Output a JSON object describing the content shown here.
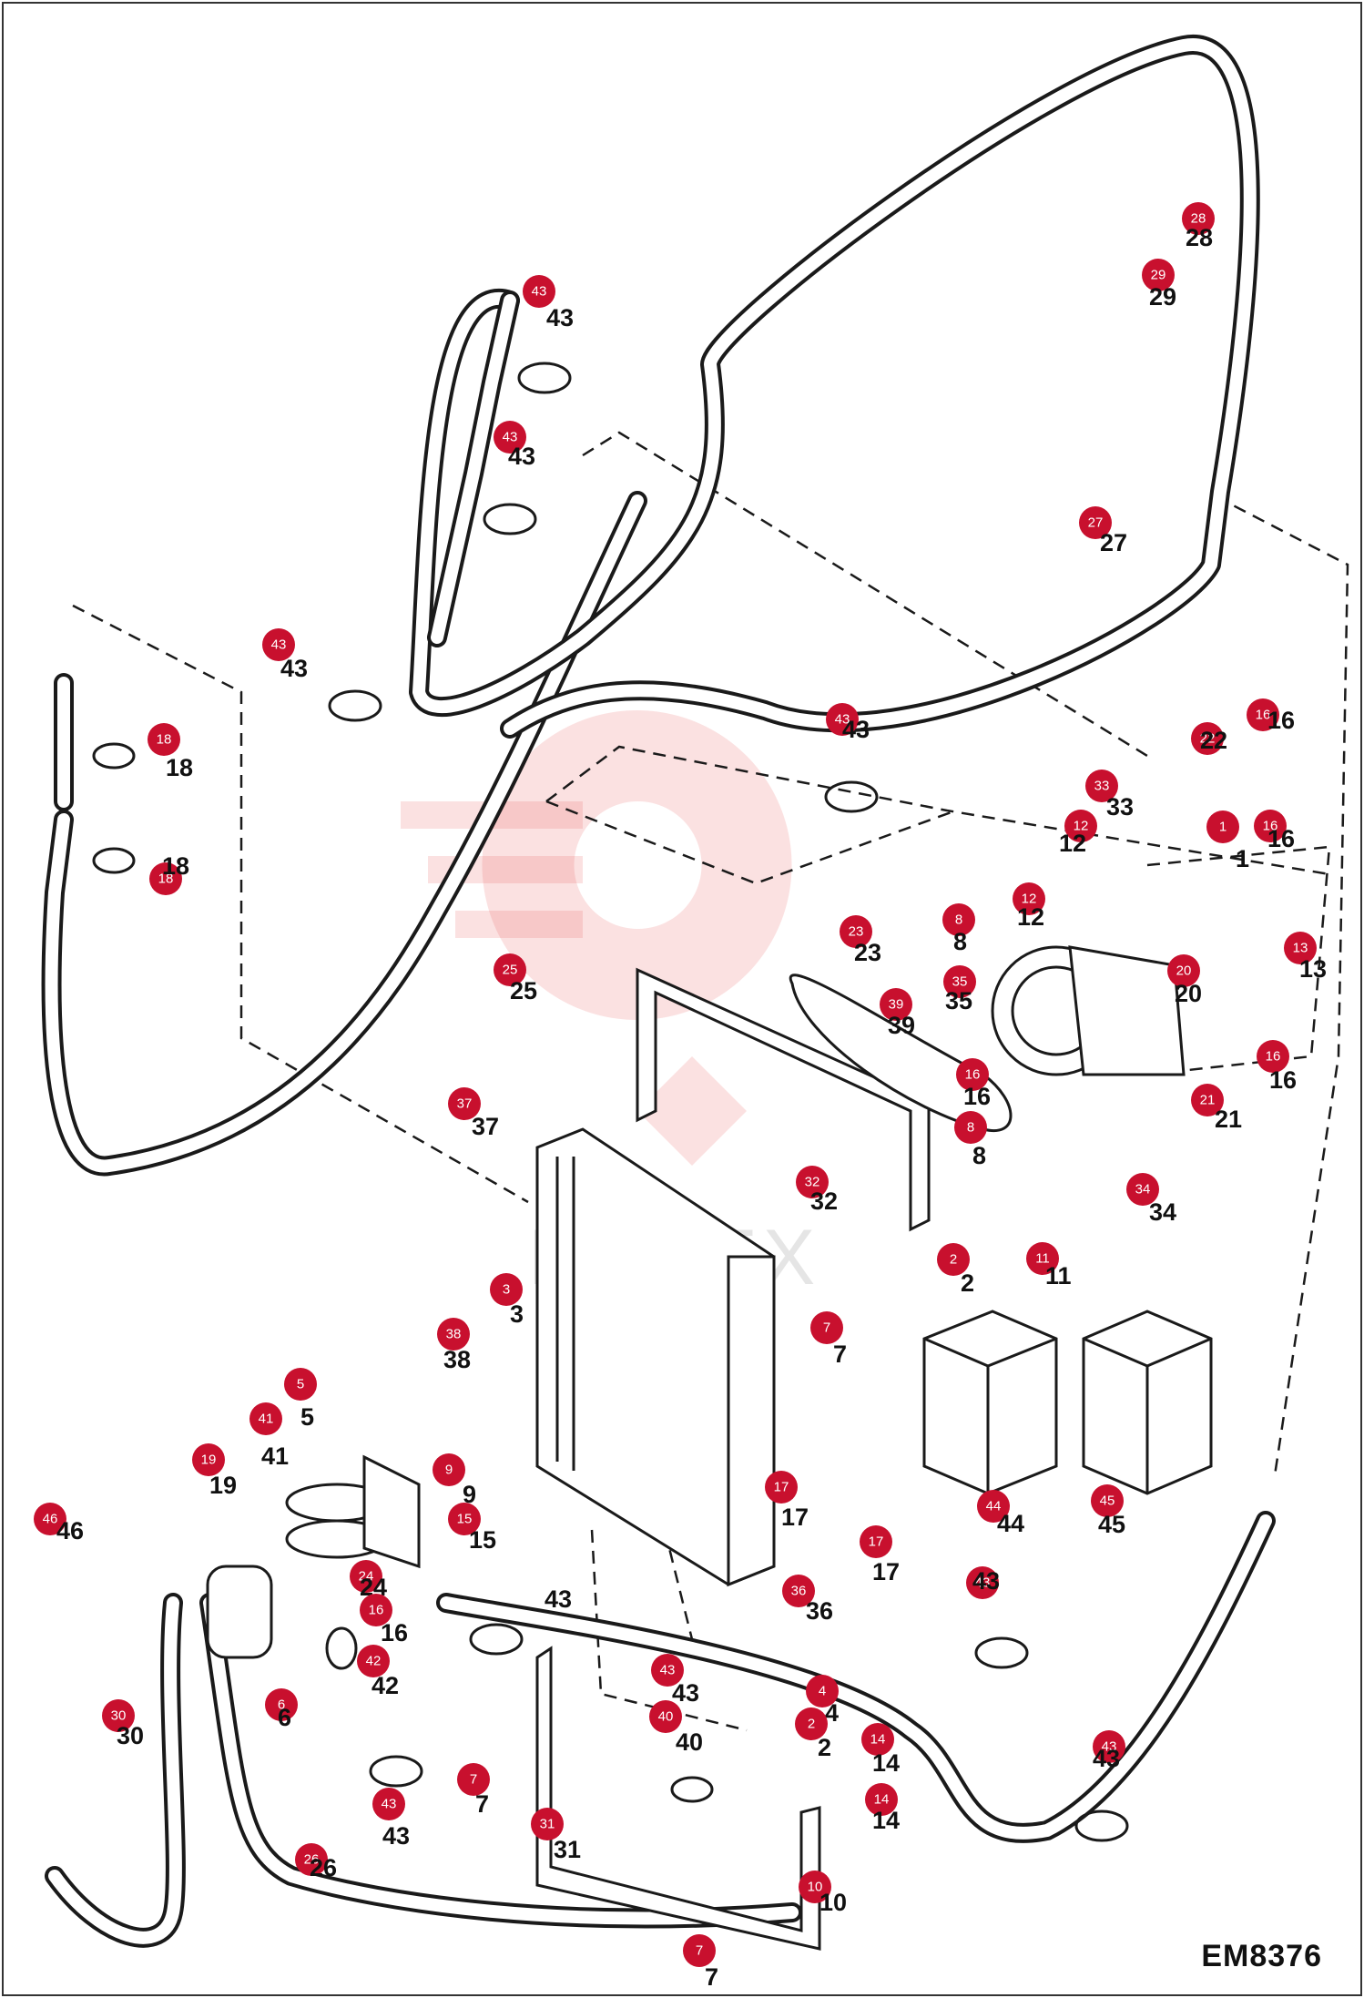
{
  "drawing_code": "EM8376",
  "watermark": "ИНТЕХ",
  "badge_color": "#c8102e",
  "callouts": [
    {
      "id": "c43a",
      "num": "43"
    },
    {
      "id": "c43b",
      "num": "43"
    },
    {
      "id": "c43c",
      "num": "43"
    },
    {
      "id": "c43d",
      "num": "43"
    },
    {
      "id": "c28",
      "num": "28"
    },
    {
      "id": "c29",
      "num": "29"
    },
    {
      "id": "c27",
      "num": "27"
    },
    {
      "id": "c18a",
      "num": "18"
    },
    {
      "id": "c18b",
      "num": "18"
    },
    {
      "id": "c16a",
      "num": "16"
    },
    {
      "id": "c22",
      "num": "22"
    },
    {
      "id": "c33",
      "num": "33"
    },
    {
      "id": "c1",
      "num": "1"
    },
    {
      "id": "c16b",
      "num": "16"
    },
    {
      "id": "c12a",
      "num": "12"
    },
    {
      "id": "c12b",
      "num": "12"
    },
    {
      "id": "c13",
      "num": "13"
    },
    {
      "id": "c23",
      "num": "23"
    },
    {
      "id": "c8a",
      "num": "8"
    },
    {
      "id": "c25",
      "num": "25"
    },
    {
      "id": "c35",
      "num": "35"
    },
    {
      "id": "c20",
      "num": "20"
    },
    {
      "id": "c39",
      "num": "39"
    },
    {
      "id": "c16c",
      "num": "16"
    },
    {
      "id": "c16d",
      "num": "16"
    },
    {
      "id": "c21",
      "num": "21"
    },
    {
      "id": "c8b",
      "num": "8"
    },
    {
      "id": "c37",
      "num": "37"
    },
    {
      "id": "c32",
      "num": "32"
    },
    {
      "id": "c34",
      "num": "34"
    },
    {
      "id": "c2a",
      "num": "2"
    },
    {
      "id": "c11",
      "num": "11"
    },
    {
      "id": "c3",
      "num": "3"
    },
    {
      "id": "c7a",
      "num": "7"
    },
    {
      "id": "c38",
      "num": "38"
    },
    {
      "id": "c5",
      "num": "5"
    },
    {
      "id": "c41",
      "num": "41"
    },
    {
      "id": "c9",
      "num": "9"
    },
    {
      "id": "c19",
      "num": "19"
    },
    {
      "id": "c15",
      "num": "15"
    },
    {
      "id": "c46",
      "num": "46"
    },
    {
      "id": "c17a",
      "num": "17"
    },
    {
      "id": "c17b",
      "num": "17"
    },
    {
      "id": "c44",
      "num": "44"
    },
    {
      "id": "c45",
      "num": "45"
    },
    {
      "id": "c24",
      "num": "24"
    },
    {
      "id": "c16e",
      "num": "16"
    },
    {
      "id": "c36",
      "num": "36"
    },
    {
      "id": "c43e",
      "num": "43"
    },
    {
      "id": "c42",
      "num": "42"
    },
    {
      "id": "c43f",
      "num": "43"
    },
    {
      "id": "c40",
      "num": "40"
    },
    {
      "id": "c4",
      "num": "4"
    },
    {
      "id": "c2b",
      "num": "2"
    },
    {
      "id": "c14a",
      "num": "14"
    },
    {
      "id": "c30",
      "num": "30"
    },
    {
      "id": "c6",
      "num": "6"
    },
    {
      "id": "c43g",
      "num": "43"
    },
    {
      "id": "c7b",
      "num": "7"
    },
    {
      "id": "c14b",
      "num": "14"
    },
    {
      "id": "c43h",
      "num": "43"
    },
    {
      "id": "c43i",
      "num": "43"
    },
    {
      "id": "c31",
      "num": "31"
    },
    {
      "id": "c26",
      "num": "26"
    },
    {
      "id": "c10",
      "num": "10"
    },
    {
      "id": "c7c",
      "num": "7"
    }
  ]
}
